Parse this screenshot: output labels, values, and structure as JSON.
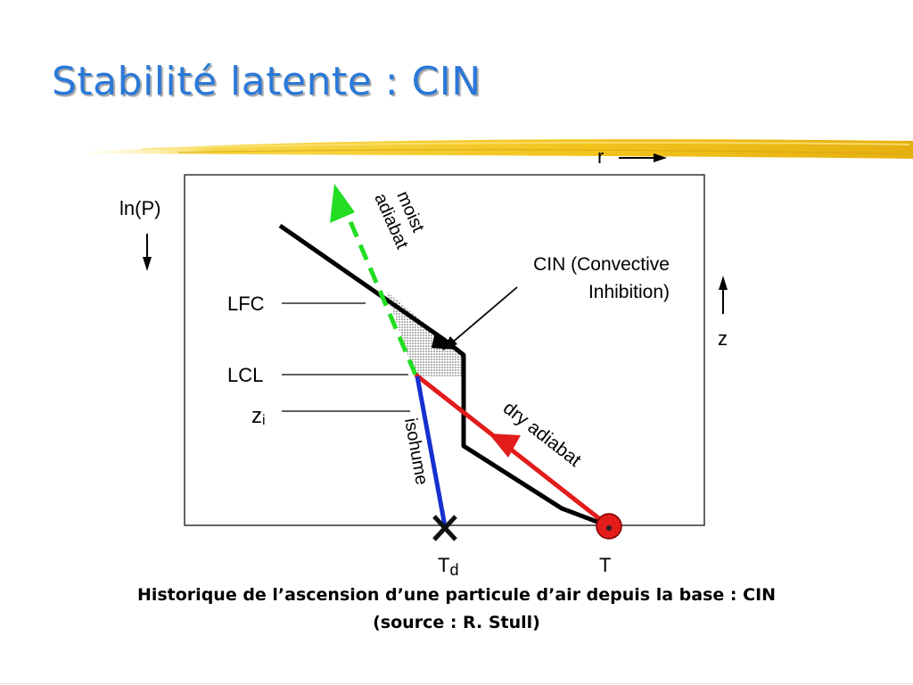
{
  "slide": {
    "title": "Stabilité latente : CIN",
    "caption_line1": "Historique de l’ascension d’une particule d’air depuis la base : CIN",
    "caption_line2": "(source : R. Stull)"
  },
  "diagram": {
    "axis_lnp_label": "ln(P)",
    "axis_r_label": "r",
    "axis_z_label": "z",
    "level_lfc": "LFC",
    "level_lcl": "LCL",
    "level_zi": "z",
    "level_zi_sub": "i",
    "label_moist_line1": "moist",
    "label_moist_line2": "adiabat",
    "label_cin_line1": "CIN (Convective",
    "label_cin_line2": "Inhibition)",
    "label_dry": "dry adiabat",
    "label_isohume": "isohume",
    "label_td": "T",
    "label_td_sub": "d",
    "label_t": "T",
    "colors": {
      "title": "#2a78d8",
      "environment": "#000000",
      "dry_adiabat": "#e21b1b",
      "moist_adiabat": "#22dd22",
      "isohume": "#1530d0",
      "parcel": "#e21b1b",
      "stroke": "#f2c820"
    }
  }
}
